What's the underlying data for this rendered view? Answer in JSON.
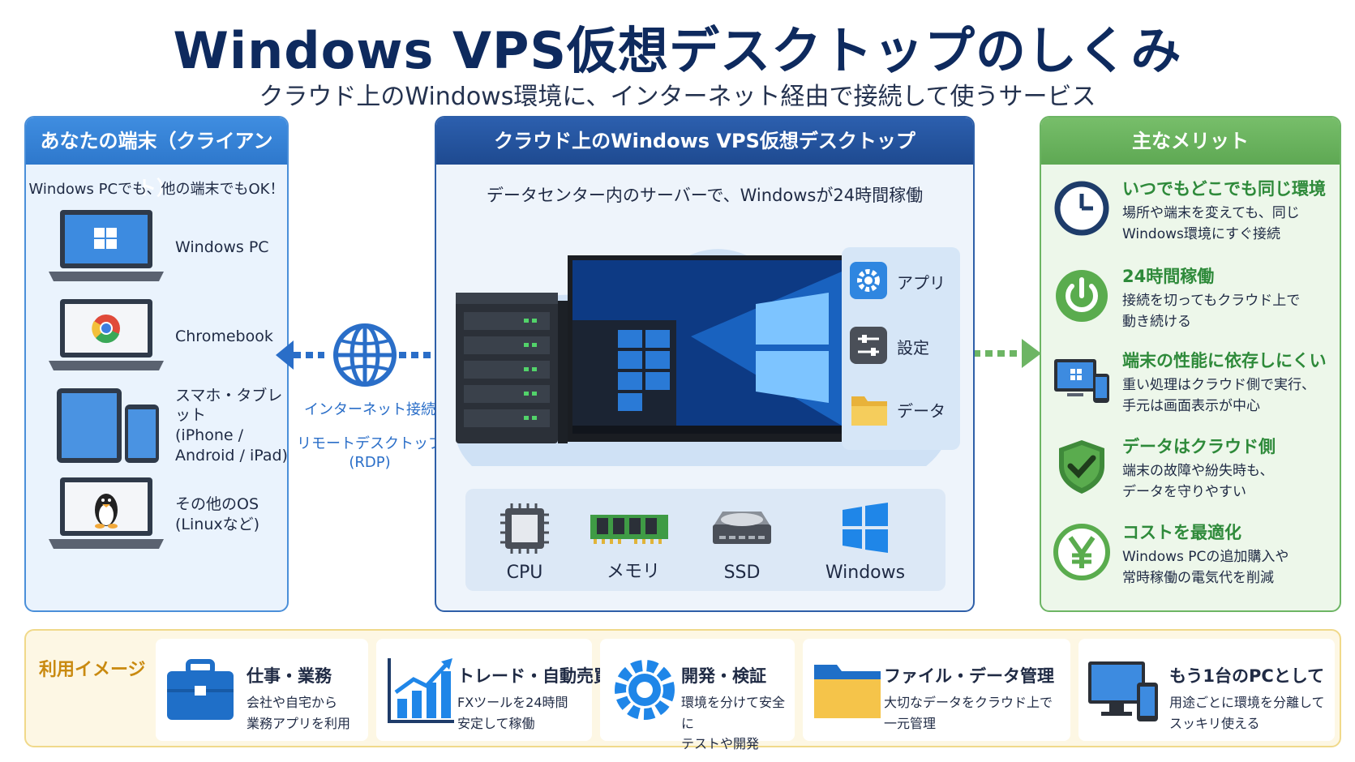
{
  "header": {
    "title": "Windows VPS仮想デスクトップのしくみ",
    "subtitle": "クラウド上のWindows環境に、インターネット経由で接続して使うサービス"
  },
  "client": {
    "title": "あなたの端末（クライアント）",
    "subtitle": "Windows PCでも、他の端末でもOK！",
    "devices": [
      {
        "label": "Windows PC",
        "icon": "windows-laptop-icon"
      },
      {
        "label": "Chromebook",
        "icon": "chromebook-icon"
      },
      {
        "label": "スマホ・タブレット\n(iPhone /\nAndroid / iPad)",
        "icon": "tablet-phone-icon"
      },
      {
        "label": "その他のOS\n(Linuxなど)",
        "icon": "linux-laptop-icon"
      }
    ]
  },
  "connection": {
    "internet": "インターネット接続",
    "rdp": "リモートデスクトップ\n(RDP)"
  },
  "cloud": {
    "title": "クラウド上のWindows VPS仮想デスクトップ",
    "subtitle": "データセンター内のサーバーで、Windowsが24時間稼働",
    "apps": [
      {
        "label": "アプリ",
        "icon": "gear-icon"
      },
      {
        "label": "設定",
        "icon": "sliders-icon"
      },
      {
        "label": "データ",
        "icon": "folder-icon"
      }
    ],
    "hardware": [
      {
        "label": "CPU",
        "icon": "cpu-icon"
      },
      {
        "label": "メモリ",
        "icon": "memory-icon"
      },
      {
        "label": "SSD",
        "icon": "ssd-icon"
      },
      {
        "label": "Windows",
        "icon": "windows-logo-icon"
      }
    ]
  },
  "merits": {
    "title": "主なメリット",
    "items": [
      {
        "title": "いつでもどこでも同じ環境",
        "desc": "場所や端末を変えても、同じ\nWindows環境にすぐ接続",
        "icon": "clock-icon"
      },
      {
        "title": "24時間稼働",
        "desc": "接続を切ってもクラウド上で\n動き続ける",
        "icon": "power-icon"
      },
      {
        "title": "端末の性能に依存しにくい",
        "desc": "重い処理はクラウド側で実行、\n手元は画面表示が中心",
        "icon": "devices-icon"
      },
      {
        "title": "データはクラウド側",
        "desc": "端末の故障や紛失時も、\nデータを守りやすい",
        "icon": "shield-icon"
      },
      {
        "title": "コストを最適化",
        "desc": "Windows PCの追加購入や\n常時稼働の電気代を削減",
        "icon": "yen-icon"
      }
    ]
  },
  "usage": {
    "label": "利用イメージ",
    "items": [
      {
        "title": "仕事・業務",
        "desc": "会社や自宅から\n業務アプリを利用",
        "icon": "briefcase-icon"
      },
      {
        "title": "トレード・自動売買",
        "desc": "FXツールを24時間\n安定して稼働",
        "icon": "chart-icon"
      },
      {
        "title": "開発・検証",
        "desc": "環境を分けて安全に\nテストや開発",
        "icon": "gear-icon"
      },
      {
        "title": "ファイル・データ管理",
        "desc": "大切なデータをクラウド上で\n一元管理",
        "icon": "folder-icon"
      },
      {
        "title": "もう1台のPCとして",
        "desc": "用途ごとに環境を分離して\nスッキリ使える",
        "icon": "monitor-phone-icon"
      }
    ]
  }
}
